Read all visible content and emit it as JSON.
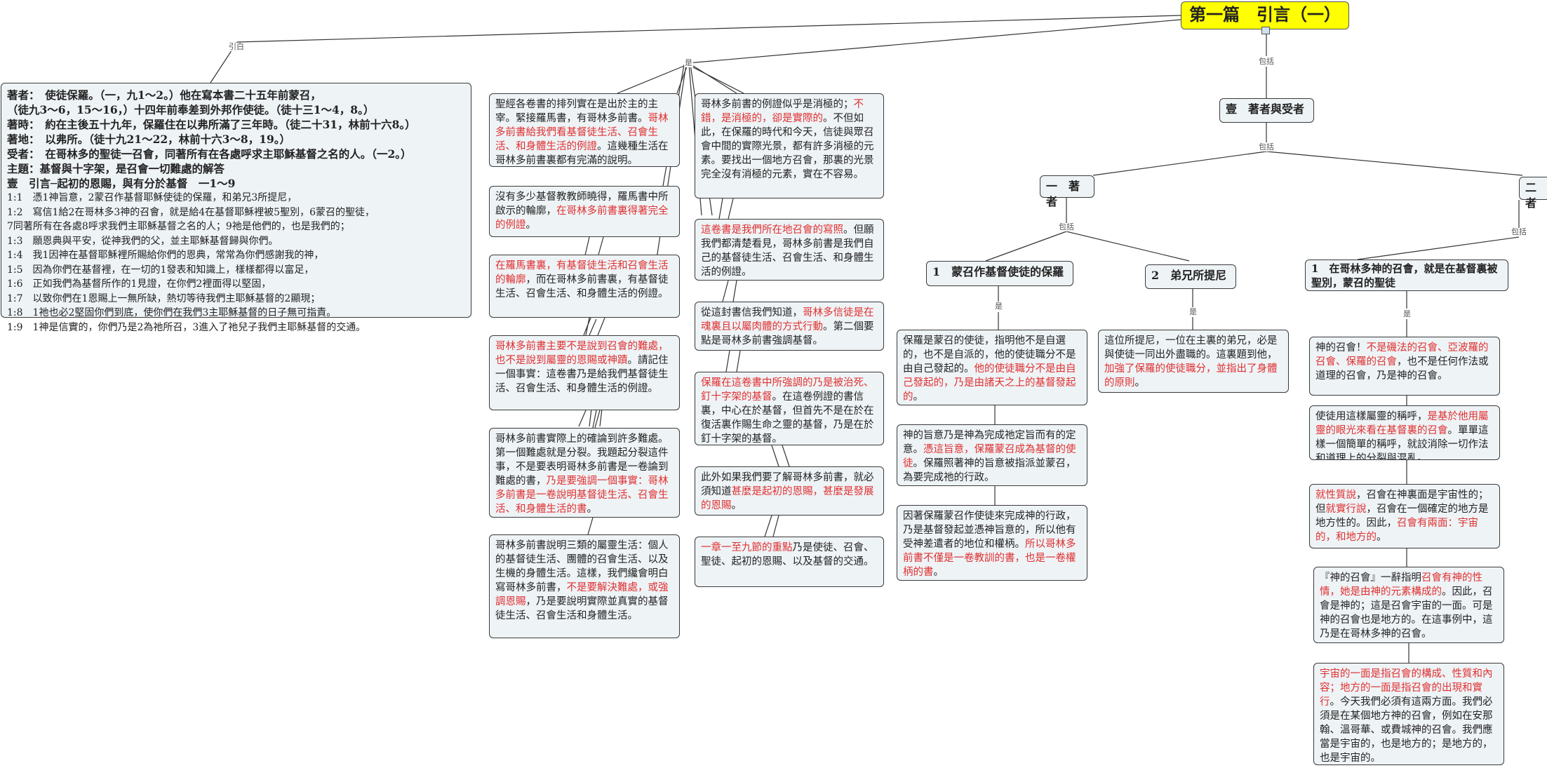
{
  "root": {
    "title": "第一篇　引言（一）"
  },
  "labels": {
    "yinbai": "引白",
    "shi": "是",
    "baokuo": "包括"
  },
  "left": {
    "bold_lines": [
      "著者：　使徒保羅。（一，九1～2。）他在寫本書二十五年前蒙召，",
      "（徒九3～6，15～16，）十四年前奉差到外邦作使徒。（徒十三1～4，8。）",
      "著時：　約在主後五十九年，保羅住在以弗所滿了三年時。（徒二十31，林前十六8。）",
      "著地：　以弗所。（徒十九21～22，林前十六3～8，19。）",
      "受者：　在哥林多的聖徒一召會，同著所有在各處呼求主耶穌基督之名的人。（一2。）",
      "主題：基督與十字架，是召會一切難處的解答",
      "壹　引言─起初的恩賜，與有分於基督　一1～9"
    ],
    "verses": [
      "1:1　憑1神旨意，2蒙召作基督耶穌使徒的保羅，和弟兄3所提尼，",
      "1:2　寫信1給2在哥林多3神的召會，就是給4在基督耶穌裡被5聖別，6蒙召的聖徒，",
      "7同著所有在各處8呼求我們主耶穌基督之名的人；9祂是他們的，也是我們的；",
      "1:3　願恩典與平安，從神我們的父，並主耶穌基督歸與你們。",
      "1:4　我1因神在基督耶穌裡所賜給你們的恩典，常常為你們感謝我的神，",
      "1:5　因為你們在基督裡，在一切的1發表和知識上，樣樣都得以富足，",
      "1:6　正如我們為基督所作的1見證，在你們2裡面得以堅固，",
      "1:7　以致你們在1恩賜上一無所缺，熱切等待我們主耶穌基督的2顯現；",
      "1:8　1祂也必2堅固你們到底，使你們在我們3主耶穌基督的日子無可指責。",
      "1:9　1神是信實的，你們乃是2為祂所召，3進入了祂兒子我們主耶穌基督的交通。"
    ]
  },
  "col1": [
    {
      "t1": "聖經各卷書的排列實在是出於主的主宰。緊接羅馬書，有哥林多前書。",
      "r": "哥林多前書給我們看基督徒生活、召會生活、和身體生活的例證",
      "t2": "。這幾種生活在哥林多前書裏都有完滿的說明。"
    },
    {
      "t1": "沒有多少基督教教師曉得，羅馬書中所啟示的輪廓，",
      "r": "在哥林多前書裏得著完全的例證",
      "t2": "。"
    },
    {
      "t1": "",
      "r": "在羅馬書裏，有基督徒生活和召會生活的輪廓",
      "t2": "，而在哥林多前書裏，有基督徒生活、召會生活、和身體生活的例證。"
    },
    {
      "t1": "",
      "r": "哥林多前書主要不是說到召會的難處，也不是說到屬靈的恩賜或神蹟",
      "t2": "。請記住一個事實：這卷書乃是給我們基督徒生活、召會生活、和身體生活的例證。"
    },
    {
      "t1": "哥林多前書實際上的確論到許多難處。第一個難處就是分裂。我題起分裂這件事，不是要表明哥林多前書是一卷論到難處的書，",
      "r": "乃是要強調一個事實：哥林多前書是一卷說明基督徒生活、召會生活、和身體生活的書",
      "t2": "。"
    },
    {
      "t1": "哥林多前書說明三類的屬靈生活：個人的基督徒生活、團體的召會生活、以及生機的身體生活。這樣，我們纔會明白寫哥林多前書，",
      "r": "不是要解決難處，或強調恩賜",
      "t2": "，乃是要說明實際並真實的基督徒生活、召會生活和身體生活。"
    }
  ],
  "col2": [
    {
      "t1": "哥林多前書的例證似乎是消極的；",
      "r": "不錯，是消極的，卻是實際的",
      "t2": "。不但如此，在保羅的時代和今天，信徒與眾召會中間的實際光景，都有許多消極的元素。要找出一個地方召會，那裏的光景完全沒有消極的元素，實在不容易。"
    },
    {
      "t1": "",
      "r": "這卷書是我們所在地召會的寫照",
      "t2": "。但願我們都清楚看見，哥林多前書是我們自己的基督徒生活、召會生活、和身體生活的例證。"
    },
    {
      "t1": "從這封書信我們知道，",
      "r": "哥林多信徒是在魂裏且以屬肉體的方式行動",
      "t2": "。第二個要點是哥林多前書強調基督。"
    },
    {
      "t1": "",
      "r": "保羅在這卷書中所強調的乃是被治死、釘十字架的基督",
      "t2": "。在這卷例證的書信裏，中心在於基督，但首先不是在於在復活裏作賜生命之靈的基督，乃是在於釘十字架的基督。"
    },
    {
      "t1": "此外如果我們要了解哥林多前書，就必須知道",
      "r": "甚麼是起初的恩賜，甚麼是發展的恩賜",
      "t2": "。"
    },
    {
      "t1": "",
      "r": "一章一至九節的重點",
      "t2": "乃是使徒、召會、聖徒、起初的恩賜、以及基督的交通。"
    }
  ],
  "tree": {
    "n1": "壹　著者與受者",
    "n2": "一　著者",
    "n3": "二　受者",
    "n4": "1　蒙召作基督使徒的保羅",
    "n5": "2　弟兄所提尼",
    "n6": "1　在哥林多神的召會，就是在基督裏被聖別，蒙召的聖徒"
  },
  "col3": [
    {
      "t1": "保羅是蒙召的使徒，指明他不是自選的，也不是自派的，他的使徒職分不是由自己發起的。",
      "r": "他的使徒職分不是由自己發起的，乃是由諸天之上的基督發起的",
      "t2": "。"
    },
    {
      "t1": "神的旨意乃是神為完成祂定旨而有的定意。",
      "r": "憑這旨意，保羅蒙召成為基督的使徒",
      "t2": "。保羅照著神的旨意被指派並蒙召，為要完成祂的行政。"
    },
    {
      "t1": "因著保羅蒙召作使徒來完成神的行政，乃是基督發起並憑神旨意的，所以他有受神差遣者的地位和權柄。",
      "r": "所以哥林多前書不僅是一卷教訓的書，也是一卷權柄的書",
      "t2": "。"
    }
  ],
  "col4": {
    "t1": "這位所提尼，一位在主裏的弟兄，必是與使徒一同出外盡職的。這裏題到他，",
    "r": "加強了保羅的使徒職分，並指出了身體的原則",
    "t2": "。"
  },
  "col5": [
    {
      "t1": "神的召會！",
      "r": "不是磯法的召會、亞波羅的召會、保羅的召會",
      "t2": "，也不是任何作法或道理的召會，乃是神的召會。"
    },
    {
      "t1": "使徒用這樣屬靈的稱呼，",
      "r": "是基於他用屬靈的眼光來看在基督裏的召會",
      "t2": "。單單這樣一個簡單的稱呼，就詨消除一切作法和道理上的分裂與混亂。"
    },
    {
      "t1": "",
      "r": "就性質說",
      "t2": "，召會在神裏面是宇宙性的；但",
      "r2": "就實行說",
      "t3": "，召會在一個確定的地方是地方性的。因此，",
      "r3": "召會有兩面：宇宙的，和地方的",
      "t4": "。"
    },
    {
      "t1": "『神的召會』一辭指明",
      "r": "召會有神的性情，她是由神的元素構成的",
      "t2": "。因此，召會是神的；這是召會宇宙的一面。可是神的召會也是地方的。在這事例中，這乃是在哥林多神的召會。"
    },
    {
      "t1": "",
      "r": "宇宙的一面是指召會的構成、性質和內容；地方的一面是指召會的出現和實行",
      "t2": "。今天我們必須有這兩方面。我們必須是在某個地方神的召會，例如在安那翰、溫哥華、或費城神的召會。我們應當是宇宙的，也是地方的；是地方的，也是宇宙的。"
    }
  ]
}
